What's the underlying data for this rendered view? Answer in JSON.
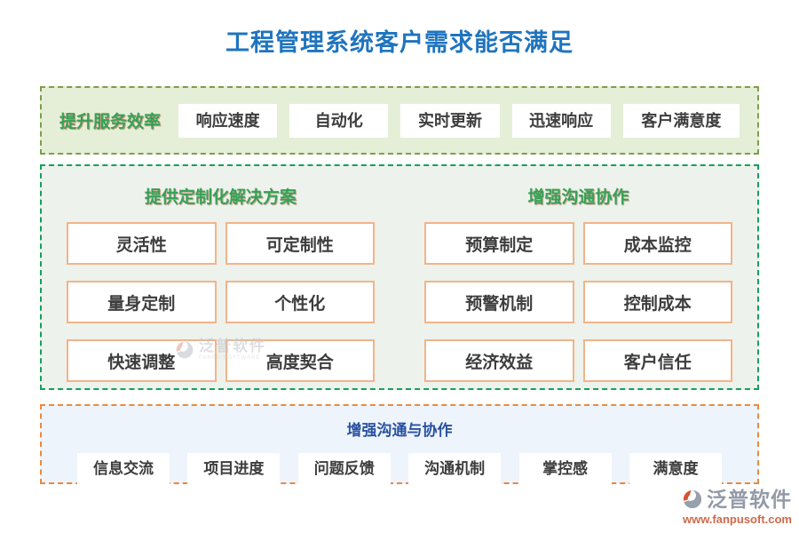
{
  "title": "工程管理系统客户需求能否满足",
  "colors": {
    "title-blue": "#1f74be",
    "green-header": "#36a156",
    "blue-header": "#28519f",
    "sec1-bg": "#e5efd7",
    "sec1-border": "#7d9d4e",
    "sec2-bg": "#edf2ec",
    "sec2-border": "#13a15b",
    "sec3-bg": "#eef4fc",
    "sec3-border": "#e98a3e",
    "box-border": "#f2b488",
    "brand-orange-light": "#cf6a4a"
  },
  "service": {
    "label": "提升服务效率",
    "buttons": [
      "响应速度",
      "自动化",
      "实时更新",
      "迅速响应",
      "客户满意度"
    ]
  },
  "middle": {
    "left": {
      "header": "提供定制化解决方案",
      "buttons": [
        "灵活性",
        "可定制性",
        "量身定制",
        "个性化",
        "快速调整",
        "高度契合"
      ]
    },
    "right": {
      "header": "增强沟通协作",
      "buttons": [
        "预算制定",
        "成本监控",
        "预警机制",
        "控制成本",
        "经济效益",
        "客户信任"
      ]
    }
  },
  "bottom": {
    "header": "增强沟通与协作",
    "buttons": [
      "信息交流",
      "项目进度",
      "问题反馈",
      "沟通机制",
      "掌控感",
      "满意度"
    ]
  },
  "watermark": {
    "name": "泛普软件",
    "sub": "FANPU SOFTWARE"
  },
  "brand": {
    "name": "泛普软件",
    "url": "www.fanpusoft.com"
  }
}
